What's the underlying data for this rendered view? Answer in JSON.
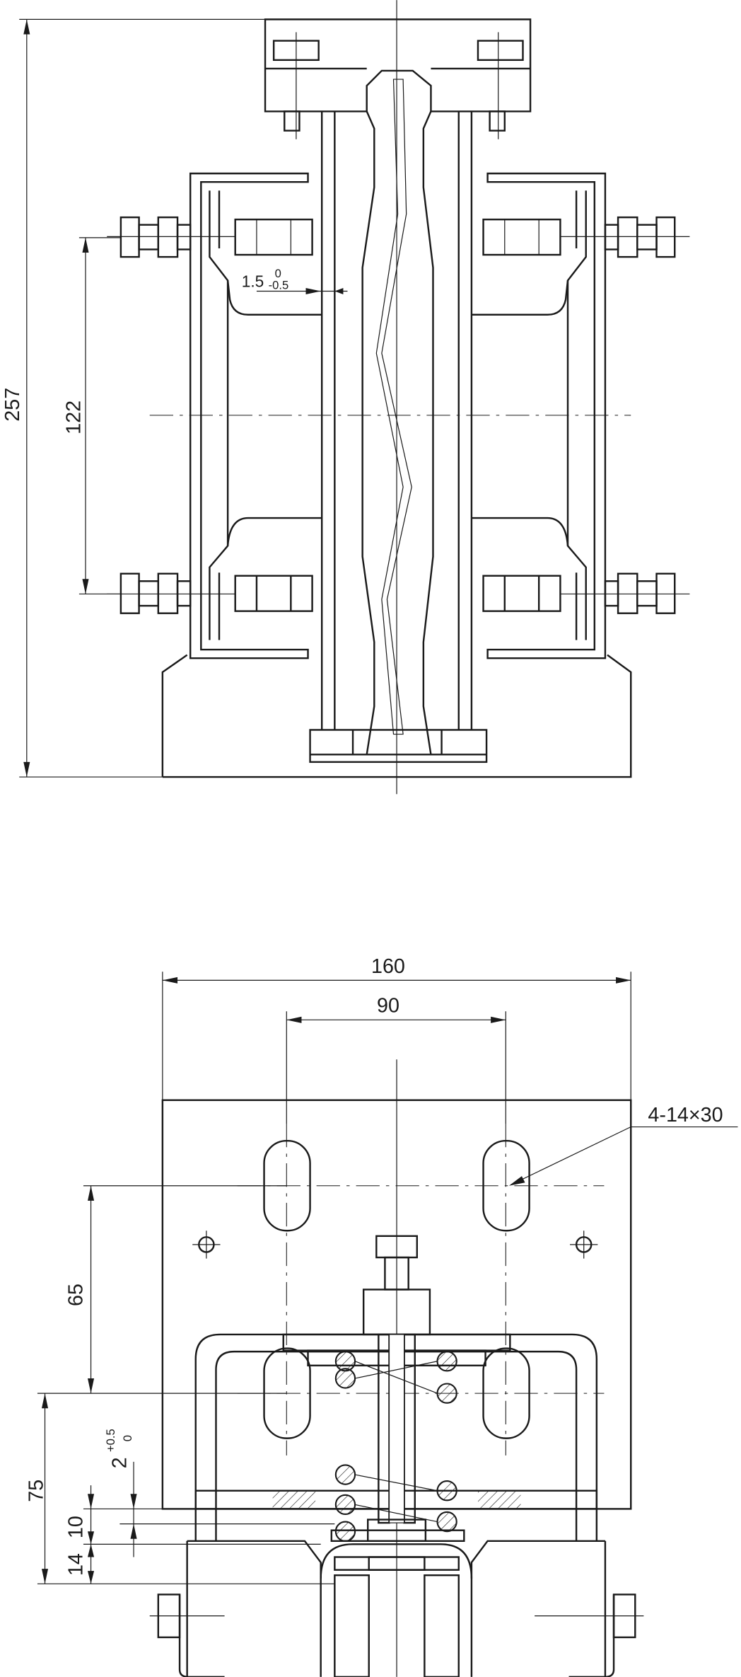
{
  "top_view": {
    "dim_height_total": "257",
    "dim_bolt_spacing": "122",
    "dim_gap": {
      "nominal": "1.5",
      "upper": "0",
      "lower": "-0.5"
    }
  },
  "bottom_view": {
    "dim_width_total": "160",
    "dim_slot_spacing": "90",
    "slot_callout": "4-14×30",
    "dim_slot_vertical": "65",
    "dim_height_lower": "75",
    "dim_clearance": {
      "nominal": "2",
      "upper": "+0.5",
      "lower": "0"
    },
    "dim_10": "10",
    "dim_14": "14"
  }
}
